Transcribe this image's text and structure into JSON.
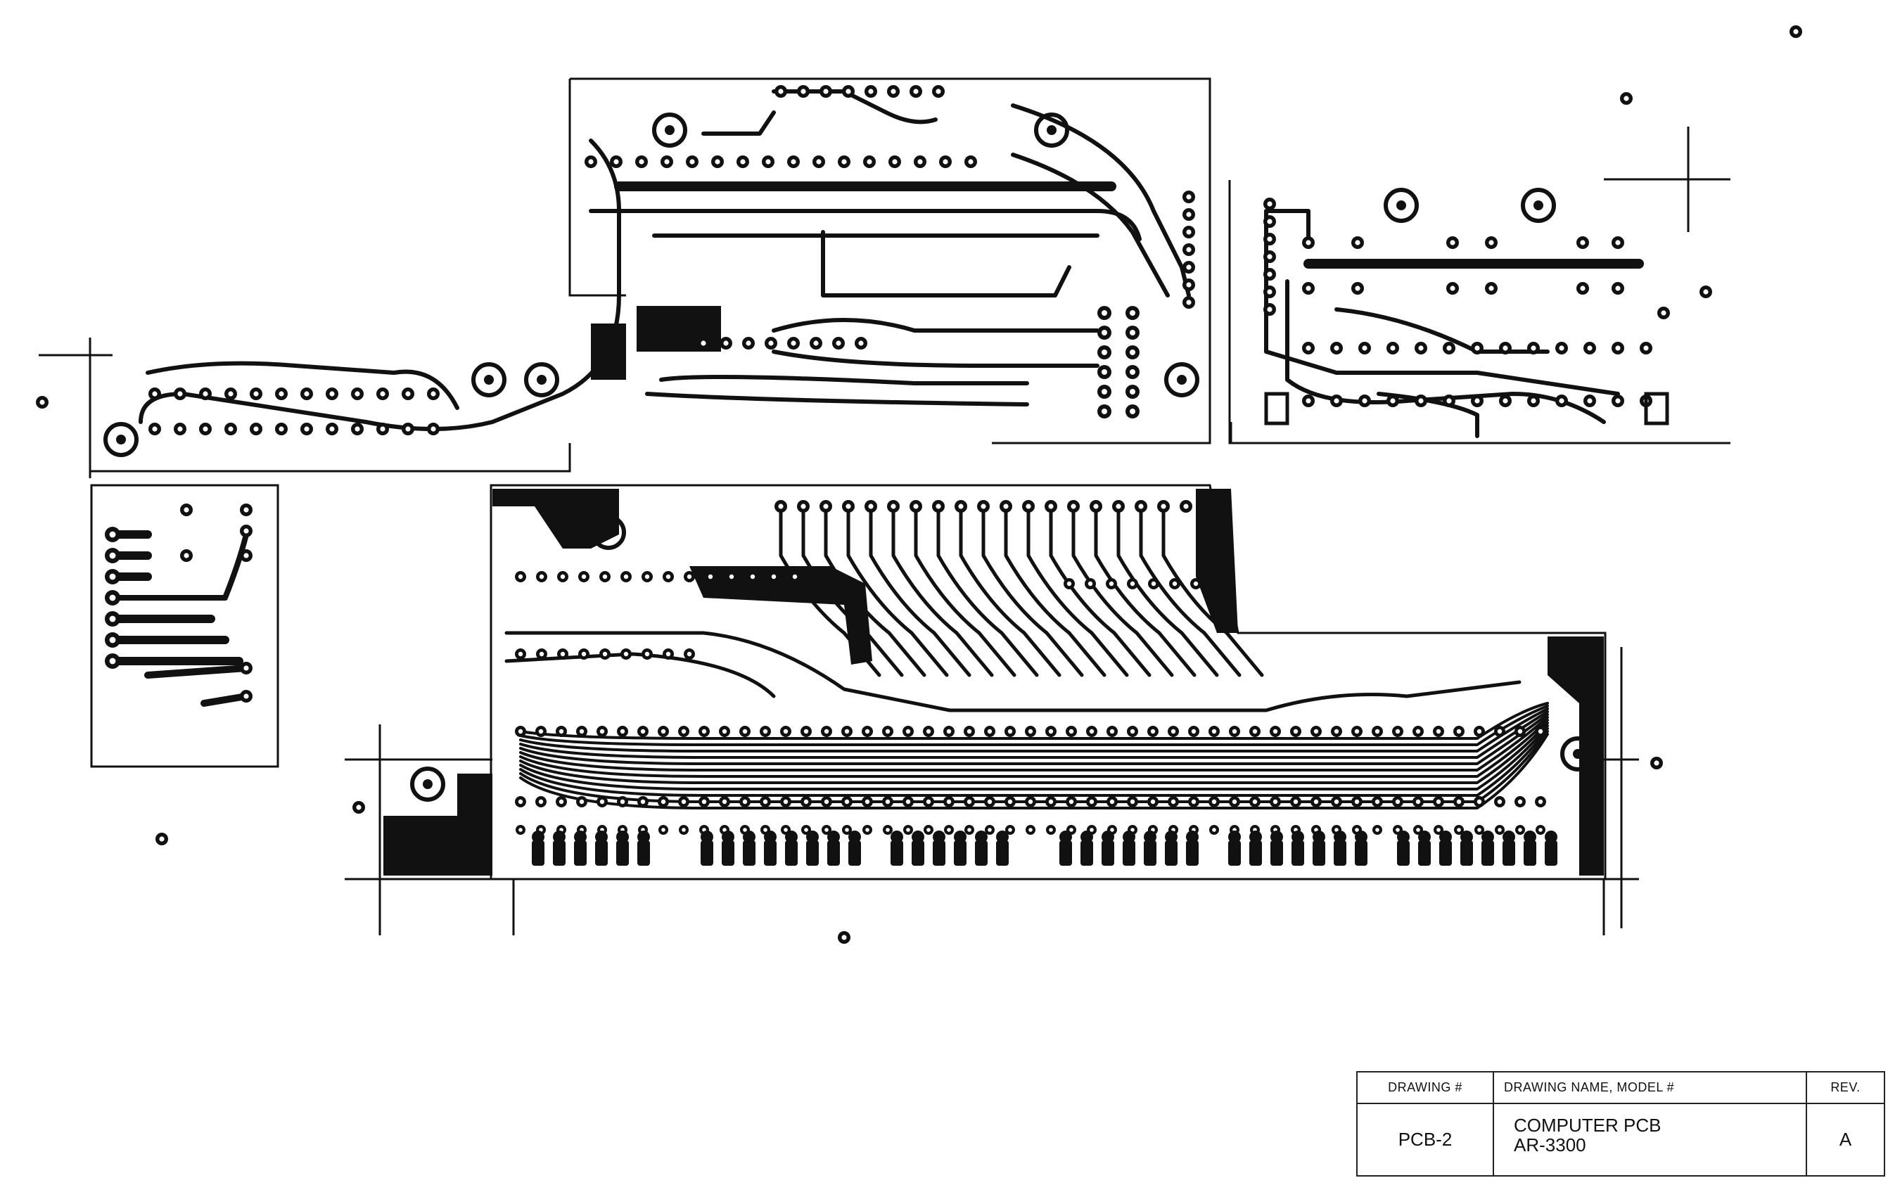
{
  "title_block": {
    "headers": {
      "drawing_number": "DRAWING #",
      "drawing_name": "DRAWING NAME, MODEL #",
      "revision": "REV."
    },
    "drawing_number": "PCB-2",
    "drawing_name_line1": "COMPUTER PCB",
    "drawing_name_line2": "AR-3300",
    "revision": "A"
  },
  "colors": {
    "ink": "#111111",
    "paper": "#ffffff"
  }
}
